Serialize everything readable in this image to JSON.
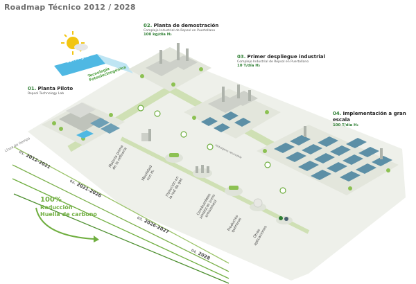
{
  "title": "Roadmap Técnico 2012 / 2028",
  "sun_label": "Sol / Agua",
  "technology": [
    "Tecnología",
    "Fotoelectrogénica"
  ],
  "stages": [
    {
      "num": "01.",
      "name": "Planta Piloto",
      "sub": "Repsol Technology Lab",
      "capacity": ""
    },
    {
      "num": "02.",
      "name": "Planta de demostración",
      "sub": "Complejo Industrial de Repsol en Puertollano",
      "capacity": "100 kg/día H₂"
    },
    {
      "num": "03.",
      "name": "Primer despliegue industrial",
      "sub": "Complejo Industrial de Repsol en Puertollano",
      "capacity": "10 T/día H₂"
    },
    {
      "num": "04.",
      "name": "Implementación a gran escala",
      "sub": "",
      "capacity": "100 T/día H₂"
    }
  ],
  "hydrogen_line": "Hidrógeno renovable",
  "timeline_caption": "Línea de tiempo",
  "phases": [
    {
      "num": "01.",
      "years": "2012-2021"
    },
    {
      "num": "02.",
      "years": "2021-2026"
    },
    {
      "num": "03.",
      "years": "2026-2027"
    },
    {
      "num": "04.",
      "years": "2028"
    }
  ],
  "uses": [
    {
      "text": "Materia prima de la refinería"
    },
    {
      "text": "Movilidad con H₂"
    },
    {
      "text": "Inyección en la red de gas"
    },
    {
      "text": "Combustibles sintéticos (cero emisiones)"
    },
    {
      "text": "Productos químicos"
    },
    {
      "text": "Otras aplicaciones"
    }
  ],
  "carbon": {
    "pct": "100%",
    "line1": "Reducción",
    "line2": "Huella de carbono"
  },
  "colors": {
    "green": "#6fae3f",
    "dark_green": "#2f7f34",
    "panel": "#5c8fa6",
    "platform": "#d9dccf"
  }
}
